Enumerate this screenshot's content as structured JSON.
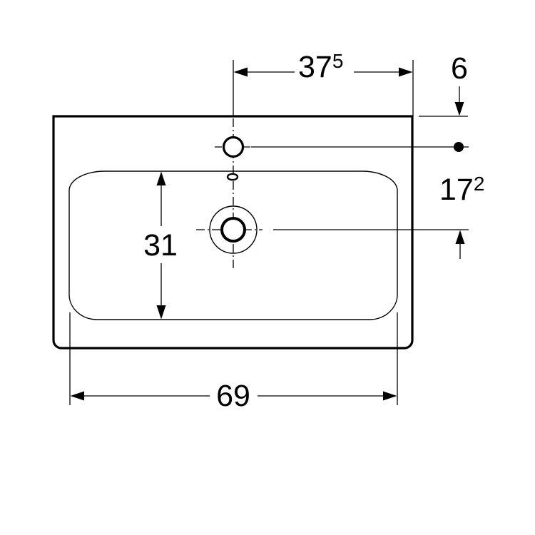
{
  "figure": {
    "background_color": "#ffffff",
    "line_color": "#000000"
  },
  "dimensions": {
    "faucet_to_right_edge": {
      "main": "37",
      "sup": "5"
    },
    "back_edge_to_faucet": {
      "main": "6",
      "sup": ""
    },
    "faucet_to_drain": {
      "main": "17",
      "sup": "2"
    },
    "basin_inner_depth": {
      "main": "31",
      "sup": ""
    },
    "basin_inner_width": {
      "main": "69",
      "sup": ""
    }
  }
}
